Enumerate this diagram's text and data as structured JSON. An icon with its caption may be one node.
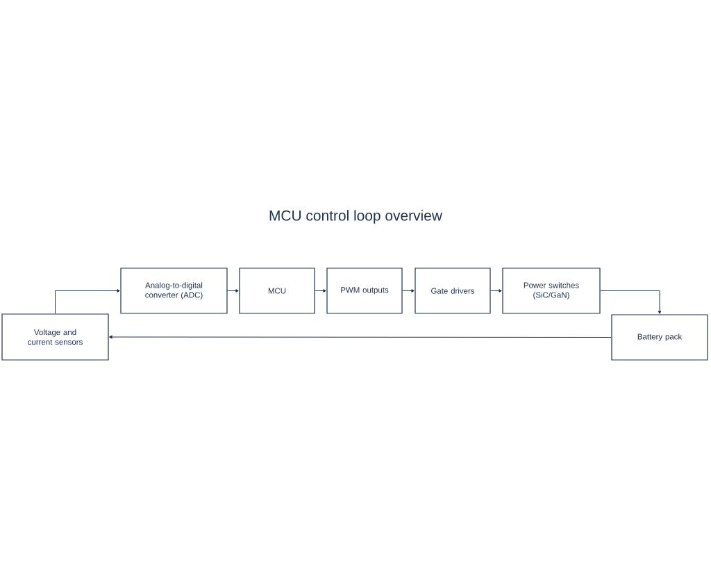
{
  "diagram": {
    "title": "MCU control loop overview",
    "nodes": [
      {
        "text": [
          "Analog-to-digital converter (ADC)"
        ]
      },
      {
        "text": [
          "MCU"
        ]
      },
      {
        "text": [
          "PWM outputs"
        ]
      },
      {
        "text": [
          "Gate drivers"
        ]
      },
      {
        "text": [
          "Power switches (SiC/GaN)"
        ]
      },
      {
        "text": [
          "Voltage and current sensors"
        ]
      },
      {
        "text": [
          "Battery pack"
        ]
      }
    ],
    "edges": [
      {
        "from": 5,
        "to": 0,
        "arrow": "to"
      },
      {
        "from": 0,
        "to": 1,
        "arrow": "to"
      },
      {
        "from": 1,
        "to": 2,
        "arrow": "to"
      },
      {
        "from": 2,
        "to": 3,
        "arrow": "to"
      },
      {
        "from": 3,
        "to": 4,
        "arrow": "to"
      },
      {
        "from": 4,
        "to": 6,
        "arrow": "to"
      },
      {
        "from": 6,
        "to": 5,
        "arrow": "to"
      }
    ]
  }
}
